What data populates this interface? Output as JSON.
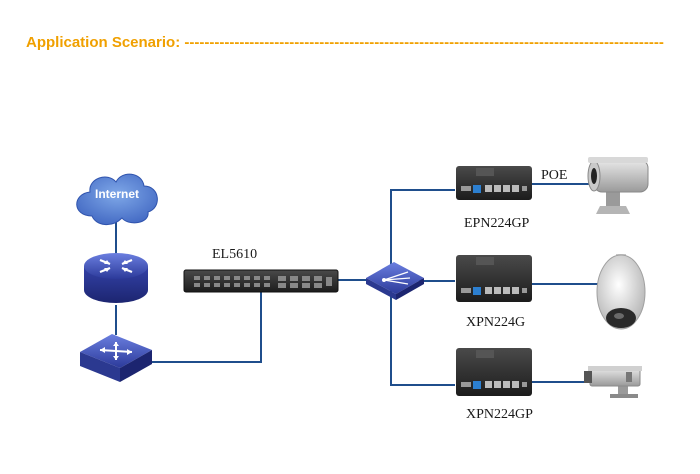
{
  "heading": {
    "title": "Application Scenario:",
    "rule": "------------------------------------------------------------------------------------------------"
  },
  "nodes": {
    "internet": "Internet",
    "olt": "EL5610",
    "onu_top": "EPN224GP",
    "onu_mid": "XPN224G",
    "onu_bottom": "XPN224GP",
    "poe": "POE"
  },
  "icons": {
    "cloud": "internet-cloud-icon",
    "router": "router-icon",
    "switch": "switch-icon",
    "splitter": "optical-splitter-icon",
    "bullet_camera": "bullet-camera-icon",
    "dome_camera": "dome-camera-icon",
    "box_camera": "box-camera-icon"
  },
  "colors": {
    "heading": "#f0a000",
    "link": "#1f4e8c",
    "device_blue": "#3a4fb0"
  }
}
